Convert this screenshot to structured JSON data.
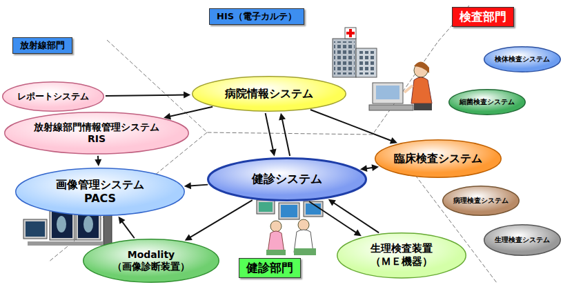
{
  "diagram": {
    "nodes": [
      {
        "text": [
          "放射線部門"
        ]
      },
      {
        "text": [
          "HIS（電子カルテ）"
        ]
      },
      {
        "text": [
          "検査部門"
        ]
      },
      {
        "text": [
          "レポートシステム"
        ]
      },
      {
        "text": [
          "病院情報システム"
        ]
      },
      {
        "text": [
          "検体検査システム"
        ]
      },
      {
        "text": [
          "細菌検査システム"
        ]
      },
      {
        "text": [
          "放射線部門情報管理システム RIS"
        ]
      },
      {
        "text": [
          "臨床検査システム"
        ]
      },
      {
        "text": [
          "画像管理システム PACS"
        ]
      },
      {
        "text": [
          "健診システム"
        ]
      },
      {
        "text": [
          "病理検査システム"
        ]
      },
      {
        "text": [
          "生理検査システム"
        ]
      },
      {
        "text": [
          "Modality （画像診断装置）"
        ]
      },
      {
        "text": [
          "生理検査装置 （ＭＥ機器）"
        ]
      },
      {
        "text": [
          "健診部門"
        ]
      }
    ],
    "edges": [
      {
        "from": 3,
        "to": 4,
        "arrow": "to"
      },
      {
        "from": 4,
        "to": 7,
        "arrow": "to"
      },
      {
        "from": 7,
        "to": 9,
        "arrow": "to"
      },
      {
        "from": 4,
        "to": 10,
        "arrow": "to"
      },
      {
        "from": 10,
        "to": 4,
        "arrow": "to"
      },
      {
        "from": 4,
        "to": 8,
        "arrow": "to"
      },
      {
        "from": 10,
        "to": 8,
        "arrow": "both"
      },
      {
        "from": 10,
        "to": 9,
        "arrow": "to"
      },
      {
        "from": 10,
        "to": 13,
        "arrow": "to"
      },
      {
        "from": 10,
        "to": 14,
        "arrow": "to"
      },
      {
        "from": 14,
        "to": 10,
        "arrow": "to"
      },
      {
        "from": 13,
        "to": 9,
        "arrow": "to"
      }
    ]
  }
}
